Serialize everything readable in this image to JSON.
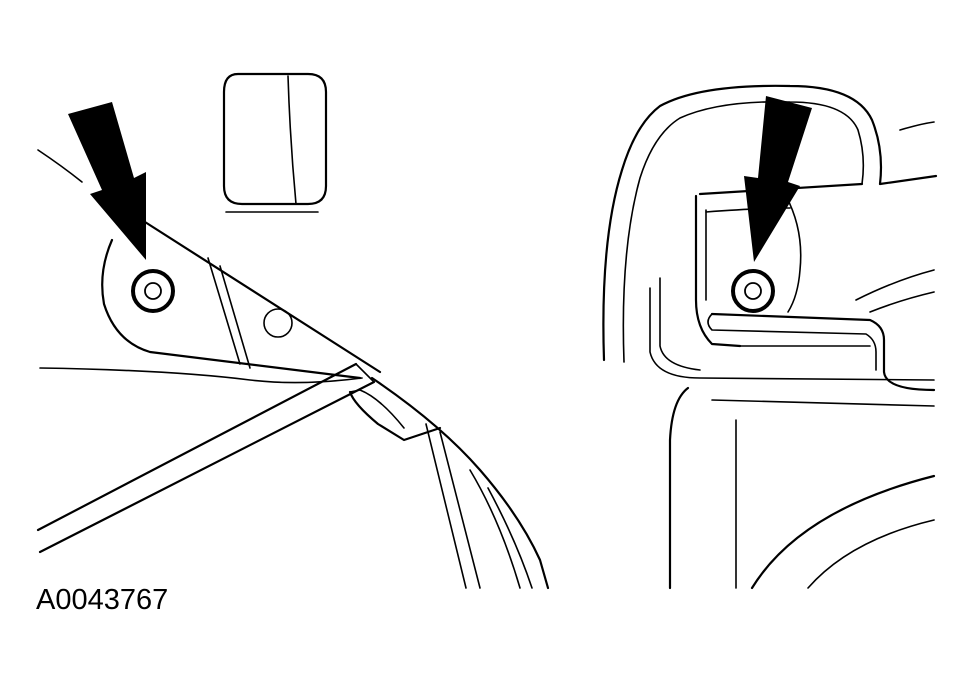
{
  "figure": {
    "id_label": "A0043767"
  },
  "colors": {
    "line": "#000000",
    "background": "#ffffff"
  },
  "icons": {
    "arrows": "down-pointing-callout-arrow",
    "fasteners": "bolt-head"
  }
}
